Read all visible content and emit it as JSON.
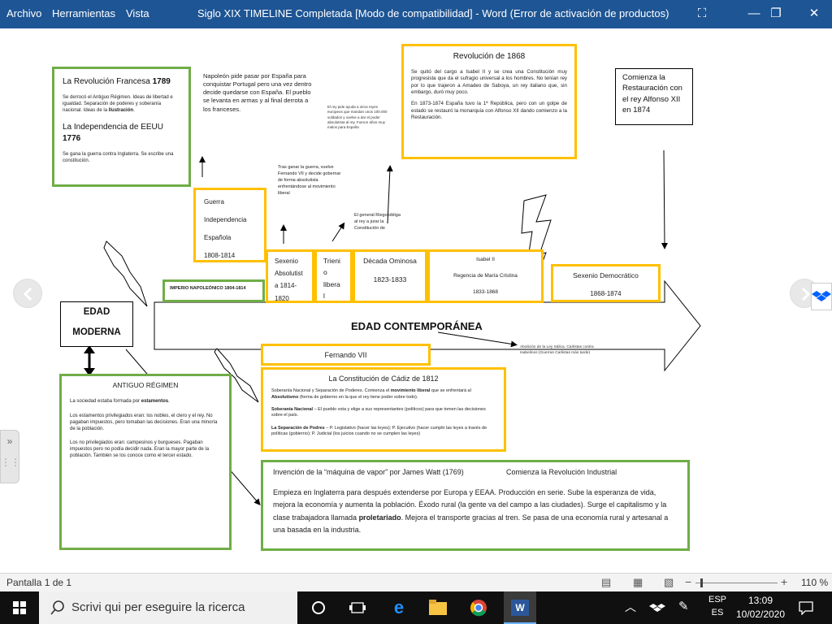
{
  "window": {
    "menu": [
      "Archivo",
      "Herramientas",
      "Vista"
    ],
    "title": "Siglo XIX TIMELINE  Completada [Modo de compatibilidad] - Word (Error de activación de productos)"
  },
  "doc": {
    "revfr": {
      "title": "La Revolución Francesa ",
      "year": "1789",
      "text1": "Se derrocó el Antiguo Régimen. Ideas de libertad e igualdad. Separación de poderes y soberanía nacional. Ideas de la ",
      "text1_bold": "Ilustración",
      "title2": "La Independencia de EEUU ",
      "year2": "1776",
      "text2": "Se gana la guerra contra Inglaterra. Se escribe una constitución."
    },
    "napoleon": "Napoleón pide pasar por España para conquistar Portugal pero una vez dentro decide quedarse con España. El pueblo se levanta en armas y al final derrota a los franceses.",
    "rey_ayuda": "El rey pide ayuda a otros reyes europeos que mandan unos 100.000 soldados y vuelve a dar el poder absolutista al rey. Fueron años muy malos para España",
    "rev1868": {
      "title": "Revolución de 1868",
      "p1": "Se quitó del cargo a Isabel II y se crea una Constitución muy progresista que da el sufragio universal a los hombres. No tenían rey por lo que trajeron a Amadeo de Saboya, un rey italiano que, sin embargo, duró muy poco.",
      "p2": "En 1873-1874 España tuvo la 1ª República, pero con un golpe de estado se restauró la monarquía con Alfonso XII dando comienzo a la Restauración."
    },
    "restauracion": "Comienza la Restauración con el rey Alfonso XII en 1874",
    "guerra": [
      "Guerra",
      "Independencia",
      "Española",
      "1808-1814"
    ],
    "tras_ganar": "Tras ganar la guerra, vuelve Fernando VII y decide gobernar de forma absolutista enfrentándose al movimiento liberal",
    "riego": "El general Riego obliga al rey a jurar la Constitución de",
    "imperio": "IMPERIO NAPOLEÓNICO 1804-1814",
    "sexenio_abs": [
      "Sexenio",
      "Absolutist",
      "a 1814-",
      "1820"
    ],
    "trienio": [
      "Trieni",
      "o",
      "libera",
      "l"
    ],
    "decada": {
      "title": "Década Ominosa",
      "years": "1823-1833"
    },
    "isabel": {
      "l1": "Isabel II",
      "l2": "Regencia de María Cristina",
      "l3": "1833-1868"
    },
    "sexenio_dem": {
      "title": "Sexenio Democrático",
      "years": "1868-1874"
    },
    "edad_moderna": [
      "EDAD",
      "MODERNA"
    ],
    "edad_contemporanea": "EDAD CONTEMPORÁNEA",
    "fernando": "Fernando VII",
    "ley_salica": "Abolición de la Ley Sálica. Carlistas contra Isabelinos (Guerras Carlistas más tarde)",
    "cadiz": {
      "title": "La Constitución de Cádiz de 1812",
      "p1a": "Soberanía Nacional y Separación de Poderes. Comienza el ",
      "p1b": "movimiento liberal",
      "p1c": " que se enfrentará al ",
      "p1d": "Absolutismo",
      "p1e": " (forma de gobierno en la que el rey tiene poder sobre todo).",
      "p2a": "Soberanía Nacional",
      "p2b": " – El pueblo vota y elige a sus representantes (políticos) para que tomen las decisiones sobre el país.",
      "p3a": "La Separación de Podres",
      "p3b": " – P. Legislativo (hacer las leyes); P. Ejecutivo (hacer cumplir las leyes a través de políticas (gobierno); P. Judicial (los juicios cuando no se cumplen las leyes)"
    },
    "antiguo": {
      "title": "ANTIGUO RÉGIMEN",
      "p1a": "La sociedad estaba formada por ",
      "p1b": "estamentos",
      "p1c": ".",
      "p2": "Los estamentos privilegiados eran: los nobles, el clero y el rey. No pagaban impuestos, pero tomaban las decisiones. Eran una minoría de la población.",
      "p3": "Los no privilegiados eran: campesinos y burgueses. Pagaban impuestos pero no podía decidir nada. Eran la mayor parte de la población. También se los conoce como el tercer estado."
    },
    "industrial": {
      "t1": "Invención de la “máquina de vapor” por James Watt (1769)",
      "t2": "Comienza la Revolución Industrial",
      "pa": "Empieza en Inglaterra para después extenderse por Europa y EEAA. Producción en serie. Sube la esperanza de vida, mejora la economía y aumenta la población. Éxodo rural (la gente va del campo a las ciudades). Surge el capitalismo y la clase trabajadora llamada ",
      "pb": "proletariado",
      "pc": ". Mejora el transporte gracias al tren. Se pasa de una economía rural y artesanal a una basada en la industria."
    }
  },
  "status": {
    "page": "Pantalla 1 de 1",
    "zoom": "110 %"
  },
  "taskbar": {
    "search": "Scrivi qui per eseguire la ricerca",
    "lang1": "ESP",
    "lang2": "ES",
    "time": "13:09",
    "date": "10/02/2020"
  }
}
